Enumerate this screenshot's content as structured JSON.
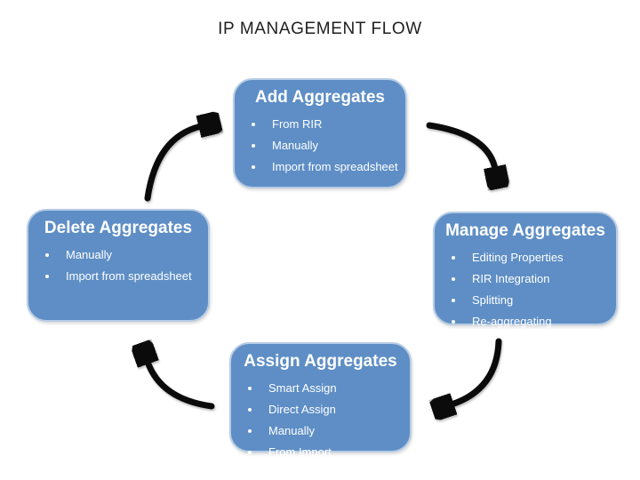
{
  "title": "IP MANAGEMENT FLOW",
  "colors": {
    "box_fill": "#5E8EC5",
    "box_border": "#B7CCE4",
    "box_text": "#FFFFFF",
    "arrow": "#0B0B0B",
    "title_text": "#1F1F1F",
    "background": "#FFFFFF"
  },
  "boxes": [
    {
      "title": "Add Aggregates",
      "items": [
        "From RIR",
        "Manually",
        "Import from spreadsheet"
      ]
    },
    {
      "title": "Manage Aggregates",
      "items": [
        "Editing Properties",
        "RIR Integration",
        "Splitting",
        "Re-aggregating"
      ]
    },
    {
      "title": "Assign Aggregates",
      "items": [
        "Smart Assign",
        "Direct Assign",
        "Manually",
        "From Import"
      ]
    },
    {
      "title": "Delete Aggregates",
      "items": [
        "Manually",
        "Import from spreadsheet"
      ]
    }
  ],
  "arrows": [
    {
      "name": "delete-to-add"
    },
    {
      "name": "add-to-manage"
    },
    {
      "name": "manage-to-assign"
    },
    {
      "name": "assign-to-delete"
    }
  ]
}
